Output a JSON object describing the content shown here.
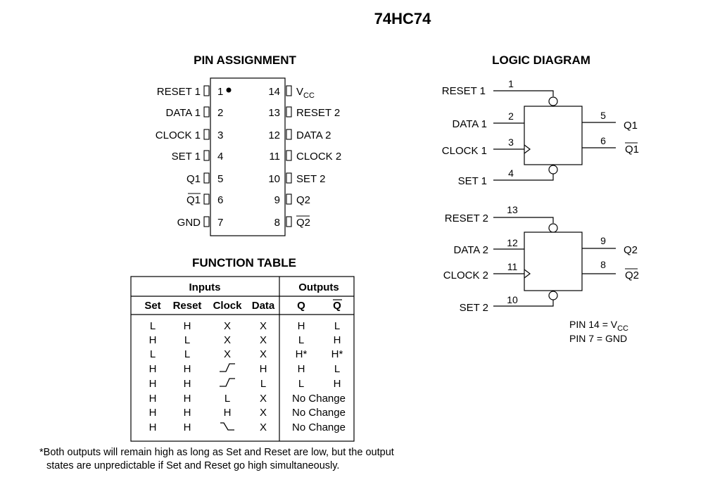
{
  "title": "74HC74",
  "pin_assignment": {
    "heading": "PIN ASSIGNMENT",
    "left_pins": [
      {
        "num": "1",
        "label": "RESET 1"
      },
      {
        "num": "2",
        "label": "DATA 1"
      },
      {
        "num": "3",
        "label": "CLOCK 1"
      },
      {
        "num": "4",
        "label": "SET 1"
      },
      {
        "num": "5",
        "label": "Q1"
      },
      {
        "num": "6",
        "label": "Q1"
      },
      {
        "num": "7",
        "label": "GND"
      }
    ],
    "right_pins": [
      {
        "num": "14",
        "label": "V",
        "sub": "CC"
      },
      {
        "num": "13",
        "label": "RESET 2"
      },
      {
        "num": "12",
        "label": "DATA 2"
      },
      {
        "num": "11",
        "label": "CLOCK 2"
      },
      {
        "num": "10",
        "label": "SET 2"
      },
      {
        "num": "9",
        "label": "Q2"
      },
      {
        "num": "8",
        "label": "Q2"
      }
    ]
  },
  "function_table": {
    "heading": "FUNCTION TABLE",
    "group_inputs": "Inputs",
    "group_outputs": "Outputs",
    "columns": [
      "Set",
      "Reset",
      "Clock",
      "Data",
      "Q",
      "Q"
    ],
    "rows": [
      {
        "set": "L",
        "reset": "H",
        "clock": "X",
        "data": "X",
        "q": "H",
        "qbar": "L"
      },
      {
        "set": "H",
        "reset": "L",
        "clock": "X",
        "data": "X",
        "q": "L",
        "qbar": "H"
      },
      {
        "set": "L",
        "reset": "L",
        "clock": "X",
        "data": "X",
        "q": "H*",
        "qbar": "H*"
      },
      {
        "set": "H",
        "reset": "H",
        "clock": "rising-edge-icon",
        "data": "H",
        "q": "H",
        "qbar": "L"
      },
      {
        "set": "H",
        "reset": "H",
        "clock": "rising-edge-icon",
        "data": "L",
        "q": "L",
        "qbar": "H"
      },
      {
        "set": "H",
        "reset": "H",
        "clock": "L",
        "data": "X",
        "output": "No Change"
      },
      {
        "set": "H",
        "reset": "H",
        "clock": "H",
        "data": "X",
        "output": "No Change"
      },
      {
        "set": "H",
        "reset": "H",
        "clock": "falling-edge-icon",
        "data": "X",
        "output": "No Change"
      }
    ],
    "footnote_line1": "*Both outputs will remain high as long as Set and Reset are low, but the output",
    "footnote_line2": "states are unpredictable if Set and Reset go high simultaneously."
  },
  "logic_diagram": {
    "heading": "LOGIC DIAGRAM",
    "ff1": {
      "reset": {
        "label": "RESET 1",
        "pin": "1"
      },
      "data": {
        "label": "DATA 1",
        "pin": "2"
      },
      "clock": {
        "label": "CLOCK 1",
        "pin": "3"
      },
      "set": {
        "label": "SET 1",
        "pin": "4"
      },
      "q": {
        "label": "Q1",
        "pin": "5"
      },
      "qbar": {
        "label": "Q1",
        "pin": "6"
      }
    },
    "ff2": {
      "reset": {
        "label": "RESET 2",
        "pin": "13"
      },
      "data": {
        "label": "DATA 2",
        "pin": "12"
      },
      "clock": {
        "label": "CLOCK 2",
        "pin": "11"
      },
      "set": {
        "label": "SET 2",
        "pin": "10"
      },
      "q": {
        "label": "Q2",
        "pin": "9"
      },
      "qbar": {
        "label": "Q2",
        "pin": "8"
      }
    },
    "note_vcc_prefix": "PIN 14 = V",
    "note_vcc_sub": "CC",
    "note_gnd": "PIN 7 = GND"
  }
}
